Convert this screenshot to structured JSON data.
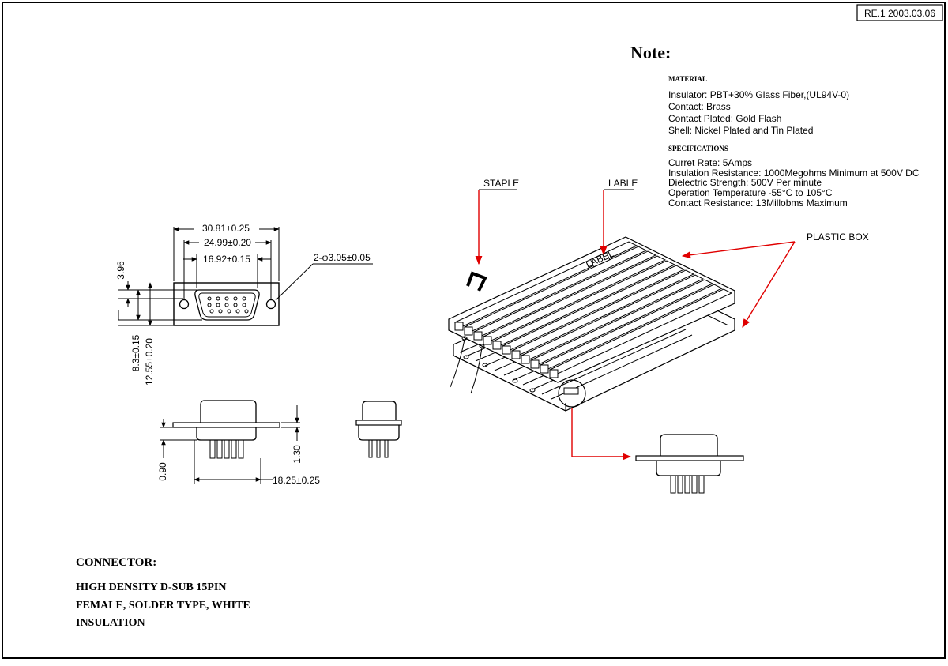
{
  "revision": "RE.1  2003.03.06",
  "note": {
    "title": "Note:",
    "material_heading": "MATERIAL",
    "material_lines": [
      "Insulator: PBT+30% Glass Fiber,(UL94V-0)",
      "Contact: Brass",
      "Contact Plated: Gold Flash",
      "Shell: Nickel Plated and Tin Plated"
    ],
    "spec_heading": "SPECIFICATIONS",
    "spec_lines": [
      "Curret Rate: 5Amps",
      "Insulation Resistance: 1000Megohms Minimum at 500V DC",
      "Dielectric Strength: 500V Per minute",
      "Operation Temperature   -55°C to 105°C",
      "Contact Resistance: 13Millobms Maximum"
    ]
  },
  "callouts": {
    "staple": "STAPLE",
    "lable": "LABLE",
    "plastic_box": "PLASTIC BOX",
    "tray_label": "LABEL"
  },
  "dimensions": {
    "width_overall": "30.81±0.25",
    "width_holes": "24.99±0.20",
    "width_shell": "16.92±0.15",
    "mount_holes": "2-φ3.05±0.05",
    "offset_top": "3.96",
    "height_shell": "8.3±0.15",
    "height_flange": "12.55±0.20",
    "tail_length": "1.30",
    "flange_thickness": "0.90",
    "pin_span": "18.25±0.25"
  },
  "connector": {
    "heading": "CONNECTOR:",
    "lines": [
      "HIGH DENSITY D-SUB 15PIN",
      "FEMALE, SOLDER TYPE, WHITE",
      "INSULATION"
    ]
  }
}
